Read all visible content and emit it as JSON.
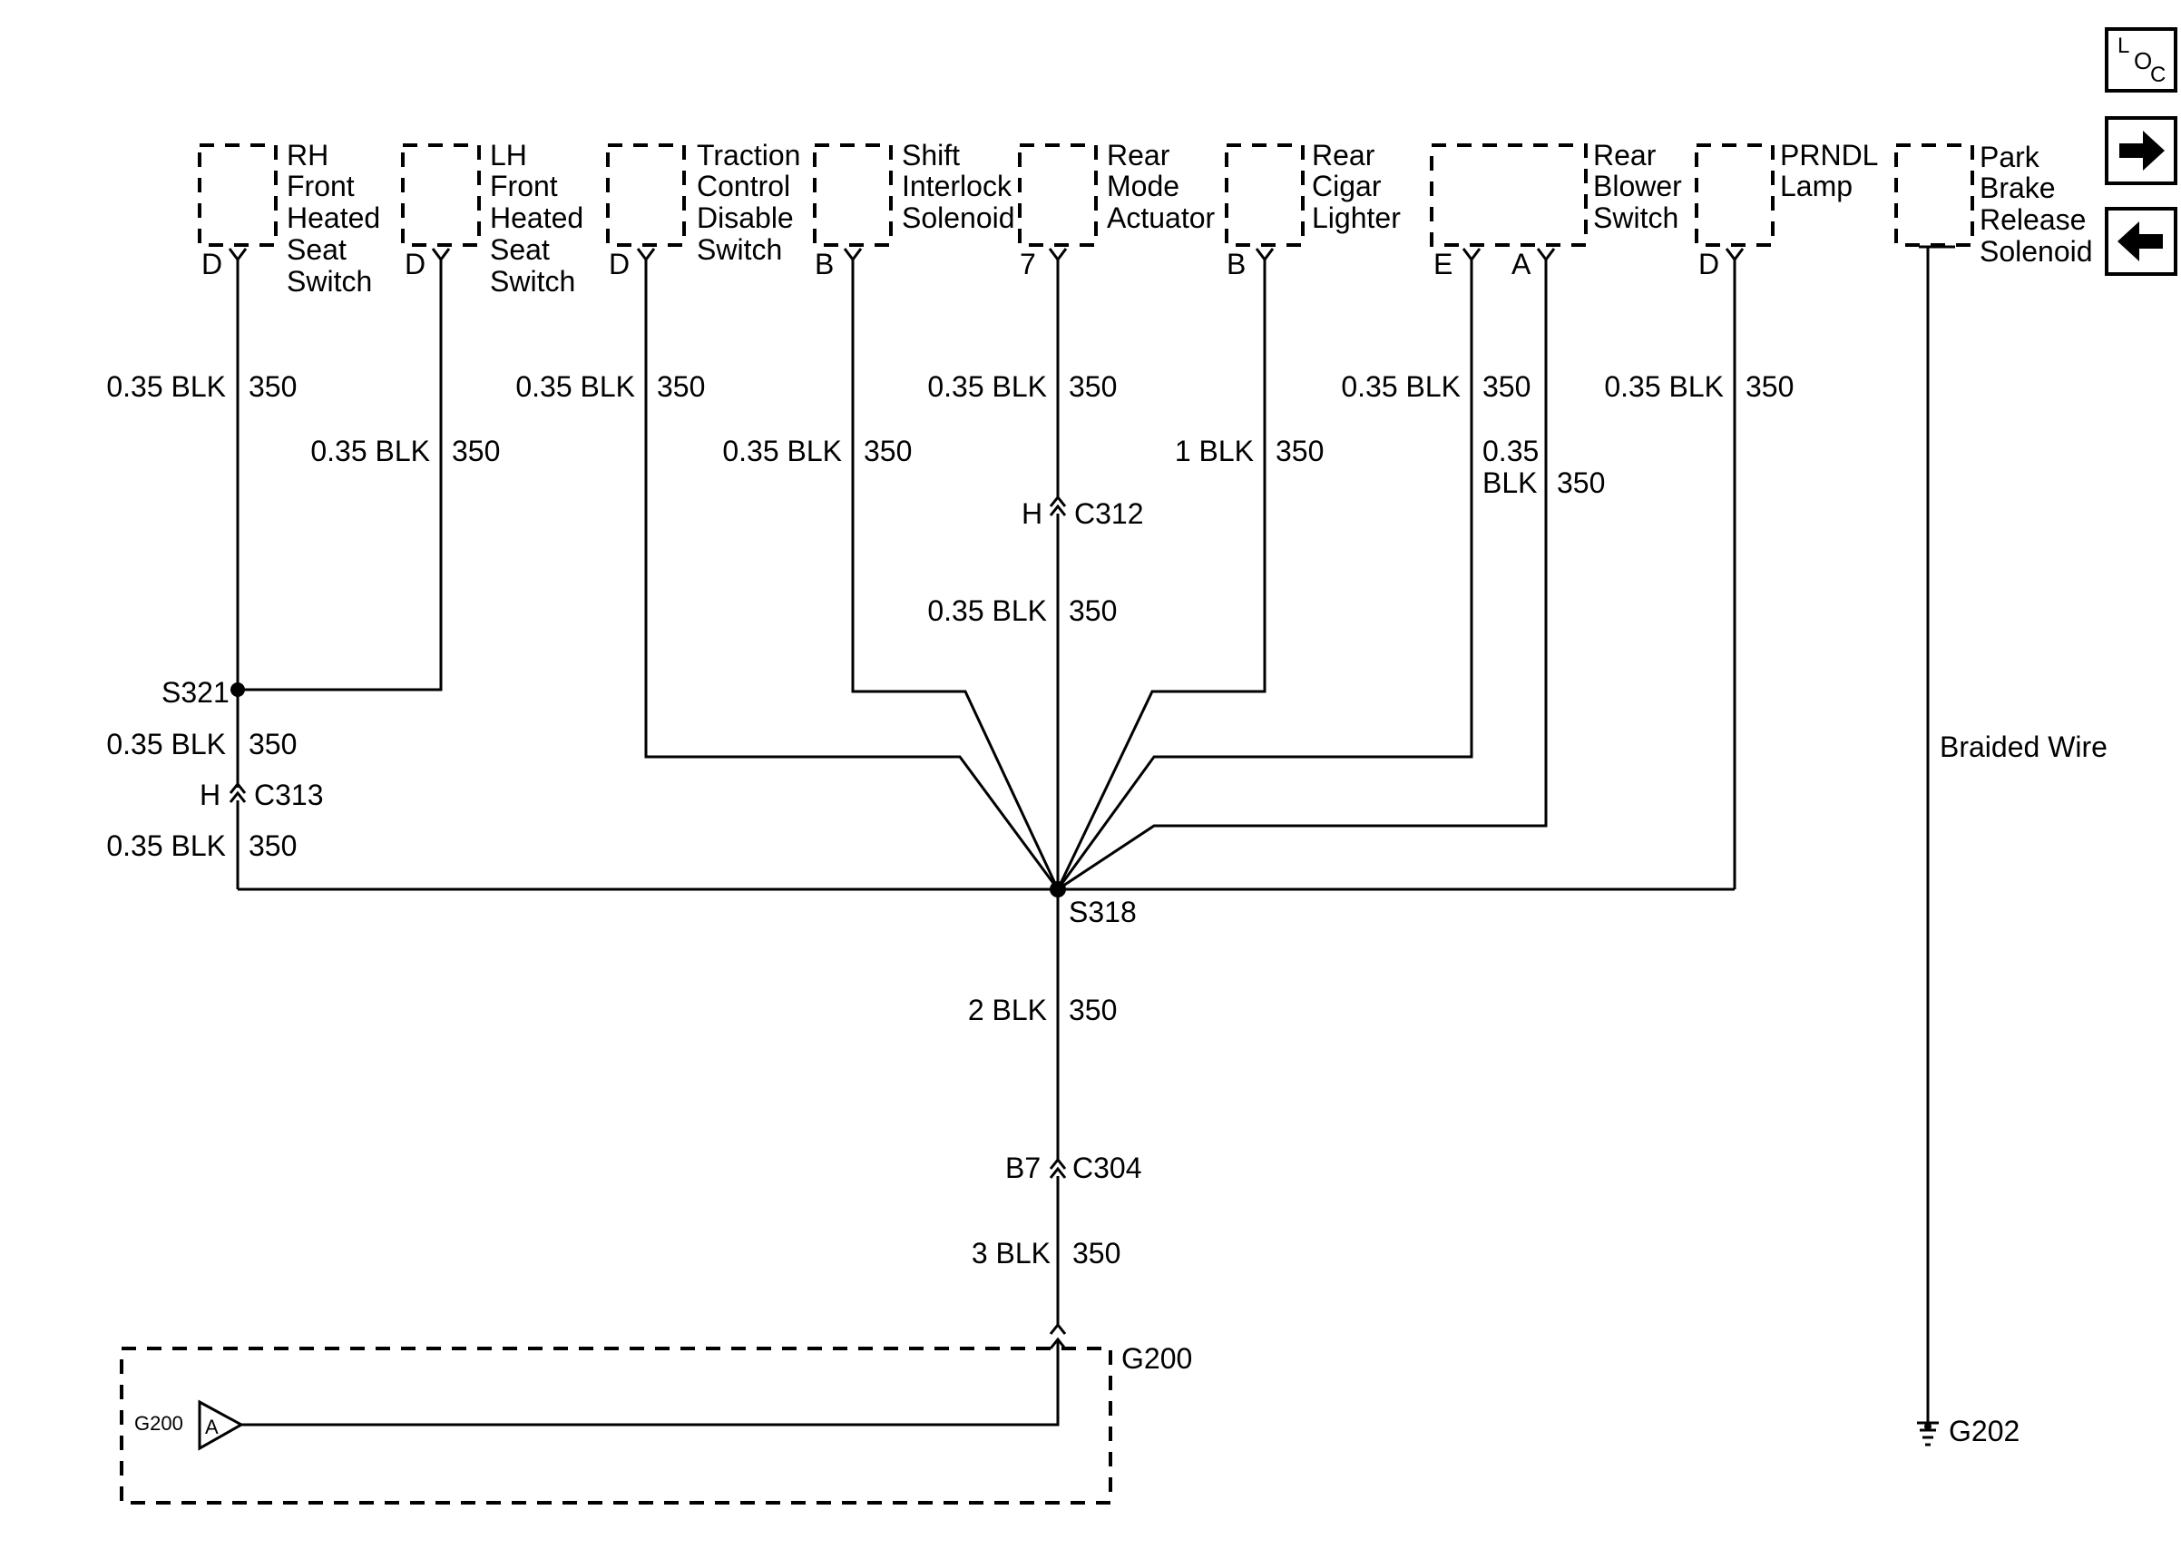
{
  "components": {
    "rh_seat": [
      "RH",
      "Front",
      "Heated",
      "Seat",
      "Switch"
    ],
    "lh_seat": [
      "LH",
      "Front",
      "Heated",
      "Seat",
      "Switch"
    ],
    "traction": [
      "Traction",
      "Control",
      "Disable",
      "Switch"
    ],
    "shift": [
      "Shift",
      "Interlock",
      "Solenoid"
    ],
    "rear_mode": [
      "Rear",
      "Mode",
      "Actuator"
    ],
    "cigar": [
      "Rear",
      "Cigar",
      "Lighter"
    ],
    "blower": [
      "Rear",
      "Blower",
      "Switch"
    ],
    "prndl": [
      "PRNDL",
      "Lamp"
    ],
    "park": [
      "Park",
      "Brake",
      "Release",
      "Solenoid"
    ]
  },
  "pins": {
    "rh_seat": "D",
    "lh_seat": "D",
    "traction": "D",
    "shift": "B",
    "rear_mode": "7",
    "cigar": "B",
    "blower_e": "E",
    "blower_a": "A",
    "prndl": "D"
  },
  "wires": {
    "blk_035": "0.35 BLK",
    "blk_1": "1 BLK",
    "blk_2": "2 BLK",
    "blk_3": "3 BLK",
    "blk_035_top": "0.35",
    "blk_035_bottom": "BLK",
    "circuit": "350"
  },
  "splices": {
    "s321": "S321",
    "s318": "S318"
  },
  "connectors": {
    "c313_pin": "H",
    "c313": "C313",
    "c312_pin": "H",
    "c312": "C312",
    "c304_pin": "B7",
    "c304": "C304"
  },
  "grounds": {
    "g200": "G200",
    "g200_small": "G200",
    "g200_pin": "A",
    "g202": "G202",
    "braided": "Braided Wire"
  },
  "nav": {
    "loc_l": "L",
    "loc_o": "O",
    "loc_c": "C",
    "next_icon": "arrow-right",
    "prev_icon": "arrow-left"
  }
}
